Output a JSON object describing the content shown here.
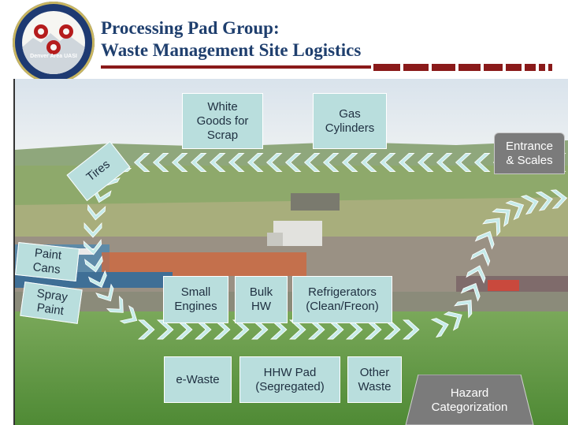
{
  "slide": {
    "title_line1": "Processing Pad Group:",
    "title_line2": "Waste Management Site Logistics"
  },
  "logo": {
    "text": "Denver Area UASI"
  },
  "colors": {
    "title": "#1f3f6e",
    "accent_rule": "#8a1a1a",
    "station_box": "#b9dedd",
    "gray_box": "#7b7b7b",
    "chevron": "#c6ebea"
  },
  "stations": {
    "white_goods": "White\nGoods for\nScrap",
    "gas_cylinders": "Gas\nCylinders",
    "entrance": "Entrance\n& Scales",
    "tires": "Tires",
    "paint_cans": "Paint\nCans",
    "spray_paint": "Spray\nPaint",
    "small_engines": "Small\nEngines",
    "bulk_hw": "Bulk\nHW",
    "refrigerators": "Refrigerators\n(Clean/Freon)",
    "e_waste": "e-Waste",
    "hhw_pad": "HHW Pad\n(Segregated)",
    "other_waste": "Other\nWaste",
    "hazard": "Hazard\nCategorization"
  }
}
